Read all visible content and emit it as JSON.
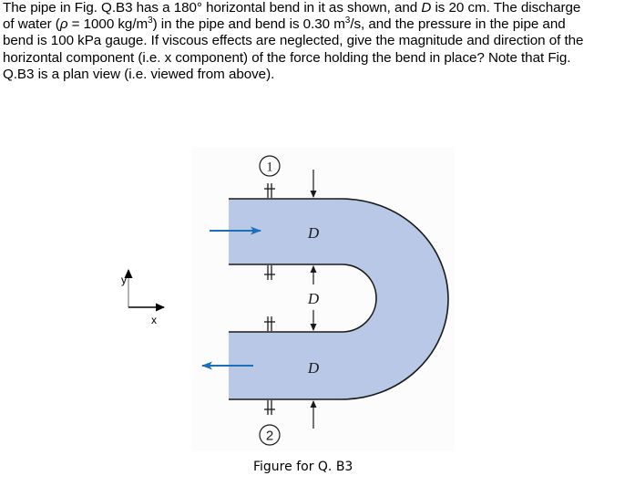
{
  "question": {
    "lines": [
      {
        "parts": [
          "The pipe in Fig. Q.B3 has a 180° horizontal bend in it as shown, and ",
          "D",
          " is 20 cm.  The discharge"
        ]
      },
      {
        "parts": [
          "of water (",
          "ρ",
          " = 1000 kg/m",
          "3",
          ") in the pipe and bend is 0.30 m",
          "3",
          "/s, and the pressure in the pipe and"
        ]
      },
      {
        "text": "bend is 100 kPa gauge.  If viscous effects are neglected, give the magnitude and direction of the"
      },
      {
        "text": "horizontal component (i.e. x component) of the force holding the bend in place? Note that Fig."
      },
      {
        "text": "Q.B3 is a plan view (i.e. viewed from above)."
      }
    ],
    "given": {
      "bend_angle": "180°",
      "diameter_D": "20 cm",
      "density_rho": "1000 kg/m³",
      "discharge": "0.30 m³/s",
      "pressure": "100 kPa gauge"
    }
  },
  "figure": {
    "section_1_label": "1",
    "section_2_label": "2",
    "dim_label_top": "D",
    "dim_label_middle": "D",
    "dim_label_bottom": "D",
    "caption": "Figure for Q. B3",
    "colors": {
      "pipe_fill": "#b8c8e6",
      "flow_arrow": "#1f6fb8",
      "wall": "#1a1a1a",
      "panel_bg": "#fcfcfd"
    }
  },
  "axes": {
    "x_label": "x",
    "y_label": "y"
  }
}
